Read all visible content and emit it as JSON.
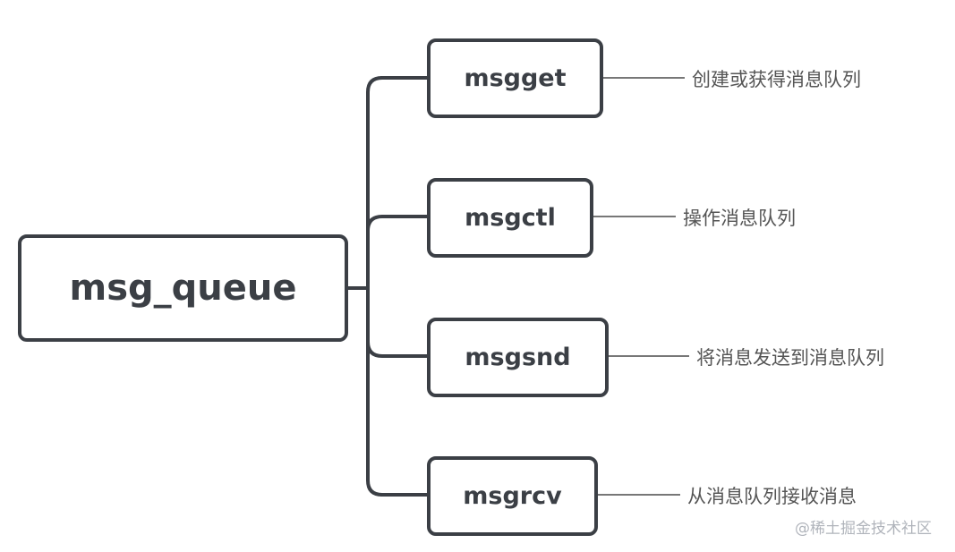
{
  "diagram": {
    "root": {
      "label": "msg_queue"
    },
    "functions": [
      {
        "name": "msgget",
        "description": "创建或获得消息队列"
      },
      {
        "name": "msgctl",
        "description": "操作消息队列"
      },
      {
        "name": "msgsnd",
        "description": "将消息发送到消息队列"
      },
      {
        "name": "msgrcv",
        "description": "从消息队列接收消息"
      }
    ]
  },
  "watermark": "@稀土掘金技术社区",
  "colors": {
    "box_border": "#3b3f45",
    "text": "#3b3f45",
    "connector": "#3b3f45",
    "description_line": "#777777",
    "description_text": "#555555",
    "watermark": "#b0b4bb"
  }
}
